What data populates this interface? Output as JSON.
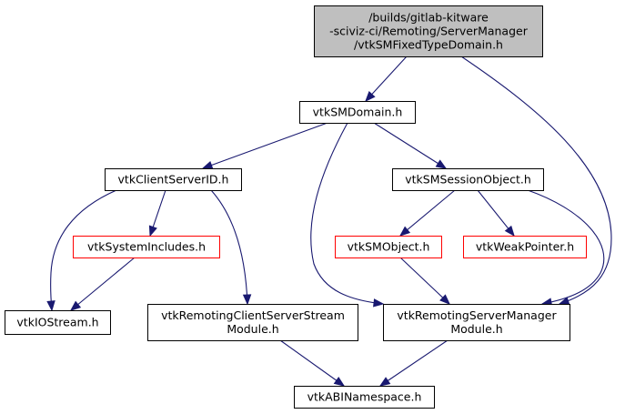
{
  "colors": {
    "edge": "#191970",
    "root_fill": "#bfbfbf",
    "node_fill": "#ffffff",
    "normal_border": "#000000",
    "missing_border": "#ff0000"
  },
  "nodes": {
    "root": {
      "lines": [
        "/builds/gitlab-kitware",
        "-sciviz-ci/Remoting/ServerManager",
        "/vtkSMFixedTypeDomain.h"
      ],
      "style": "root"
    },
    "smdomain": {
      "lines": [
        "vtkSMDomain.h"
      ],
      "style": "normal"
    },
    "clientserverid": {
      "lines": [
        "vtkClientServerID.h"
      ],
      "style": "normal"
    },
    "smsessionobject": {
      "lines": [
        "vtkSMSessionObject.h"
      ],
      "style": "normal"
    },
    "systemincludes": {
      "lines": [
        "vtkSystemIncludes.h"
      ],
      "style": "missing"
    },
    "smobject": {
      "lines": [
        "vtkSMObject.h"
      ],
      "style": "missing"
    },
    "weakpointer": {
      "lines": [
        "vtkWeakPointer.h"
      ],
      "style": "missing"
    },
    "iostream": {
      "lines": [
        "vtkIOStream.h"
      ],
      "style": "normal"
    },
    "remotingcs": {
      "lines": [
        "vtkRemotingClientServerStream",
        "Module.h"
      ],
      "style": "normal"
    },
    "remotingsm": {
      "lines": [
        "vtkRemotingServerManager",
        "Module.h"
      ],
      "style": "normal"
    },
    "abinamespace": {
      "lines": [
        "vtkABINamespace.h"
      ],
      "style": "normal"
    }
  },
  "edges": [
    [
      "root",
      "smdomain"
    ],
    [
      "root",
      "remotingsm"
    ],
    [
      "smdomain",
      "clientserverid"
    ],
    [
      "smdomain",
      "smsessionobject"
    ],
    [
      "smdomain",
      "remotingsm"
    ],
    [
      "clientserverid",
      "systemincludes"
    ],
    [
      "clientserverid",
      "iostream"
    ],
    [
      "clientserverid",
      "remotingcs"
    ],
    [
      "smsessionobject",
      "smobject"
    ],
    [
      "smsessionobject",
      "weakpointer"
    ],
    [
      "smsessionobject",
      "remotingsm"
    ],
    [
      "systemincludes",
      "iostream"
    ],
    [
      "smobject",
      "remotingsm"
    ],
    [
      "remotingcs",
      "abinamespace"
    ],
    [
      "remotingsm",
      "abinamespace"
    ]
  ]
}
